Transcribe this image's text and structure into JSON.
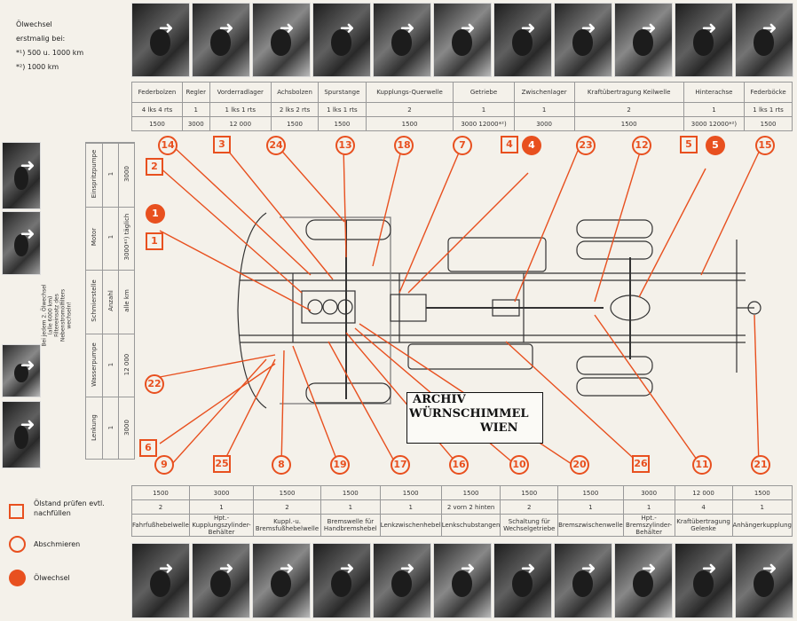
{
  "intro": {
    "line1": "Ölwechsel",
    "line2": "erstmalig bei:",
    "line3": "*¹) 500 u. 1000 km",
    "line4": "*²) 1000 km"
  },
  "top_table": {
    "names": [
      "Federbolzen",
      "Regler",
      "Vorderradlager",
      "Achsbolzen",
      "Spurstange",
      "Kupplungs-Querwelle",
      "Getriebe",
      "Zwischenlager",
      "Kraftübertragung Keilwelle",
      "Hinterachse",
      "Federböcke"
    ],
    "counts": [
      "4 lks 4 rts",
      "1",
      "1 lks 1 rts",
      "2 lks 2 rts",
      "1 lks 1 rts",
      "2",
      "1",
      "1",
      "2",
      "1",
      "1 lks 1 rts"
    ],
    "km": [
      "1500",
      "3000",
      "12 000",
      "1500",
      "1500",
      "1500",
      "3000 12000*²)",
      "3000",
      "1500",
      "3000 12000*²)",
      "1500"
    ]
  },
  "bottom_table": {
    "km": [
      "1500",
      "3000",
      "1500",
      "1500",
      "1500",
      "1500",
      "1500",
      "1500",
      "3000",
      "12 000",
      "1500"
    ],
    "counts": [
      "2",
      "1",
      "2",
      "1",
      "1",
      "2 vorn 2 hinten",
      "2",
      "1",
      "1",
      "4",
      "1"
    ],
    "names": [
      "Fahrfußhebelwelle",
      "Hpt.-Kupplungszylinder-Behälter",
      "Kuppl.-u. Bremsfußhebelwelle",
      "Bremswelle für Handbremshebel",
      "Lenkzwischenhebel",
      "Lenkschubstangen",
      "Schaltung für Wechselgetriebe",
      "Bremszwischenwelle",
      "Hpt.-Bremszylinder-Behälter",
      "Kraftübertragung Gelenke",
      "Anhängerkupplung"
    ]
  },
  "side_table": {
    "headers": [
      "Einspritzpumpe",
      "Motor",
      "Schmierstelle",
      "Wasserpumpe",
      "Lenkung"
    ],
    "counts": [
      "1",
      "1",
      "Anzahl",
      "1",
      "1"
    ],
    "km": [
      "3000",
      "3000*¹) täglich",
      "alle km",
      "12 000",
      "3000"
    ]
  },
  "side_note": "Bei jedem 2. Ölwechsel (alle 6000 km) Filtereinsatz des Nebenstromölfilters wechseln!",
  "callouts_top": [
    "14",
    "3",
    "24",
    "13",
    "18",
    "7",
    "4",
    "4",
    "23",
    "12",
    "5",
    "5",
    "15"
  ],
  "callouts_left": [
    "2",
    "1",
    "1",
    "22",
    "6"
  ],
  "callouts_bottom": [
    "9",
    "25",
    "8",
    "19",
    "17",
    "16",
    "10",
    "20",
    "26",
    "11",
    "21"
  ],
  "legend": {
    "square": "Ölstand prüfen evtl. nachfüllen",
    "circle": "Abschmieren",
    "filled": "Ölwechsel"
  },
  "stamp": {
    "line1": "ARCHIV",
    "line2": "WÜRNSCHIMMEL",
    "line3": "WIEN"
  },
  "colors": {
    "accent": "#e8501f",
    "paper": "#f4f1ea"
  }
}
